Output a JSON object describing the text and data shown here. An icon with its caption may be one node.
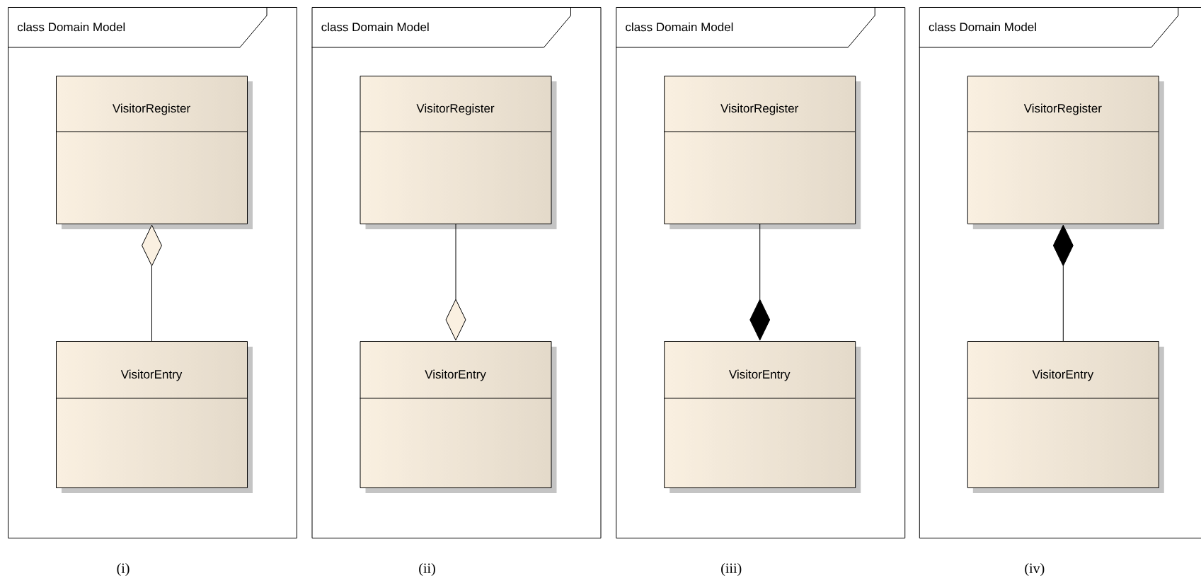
{
  "diagram": {
    "nodes": [
      {
        "text": [
          "class Domain Model"
        ],
        "beside": [
          "(i)"
        ]
      },
      {
        "text": [
          "VisitorRegister"
        ],
        "in": 0
      },
      {
        "text": [
          "VisitorEntry"
        ],
        "in": 0
      },
      {
        "text": [
          "class Domain Model"
        ],
        "beside": [
          "(ii)"
        ]
      },
      {
        "text": [
          "VisitorRegister"
        ],
        "in": 3
      },
      {
        "text": [
          "VisitorEntry"
        ],
        "in": 3
      },
      {
        "text": [
          "class Domain Model"
        ],
        "beside": [
          "(iii)"
        ]
      },
      {
        "text": [
          "VisitorRegister"
        ],
        "in": 6
      },
      {
        "text": [
          "VisitorEntry"
        ],
        "in": 6
      },
      {
        "text": [
          "class Domain Model"
        ],
        "beside": [
          "(iv)"
        ]
      },
      {
        "text": [
          "VisitorRegister"
        ],
        "in": 9
      },
      {
        "text": [
          "VisitorEntry"
        ],
        "in": 9
      }
    ],
    "edges": [
      {
        "from": 1,
        "to": 2,
        "arrow": "other"
      },
      {
        "from": 5,
        "to": 4,
        "arrow": "other"
      },
      {
        "from": 8,
        "to": 7,
        "arrow": "other"
      },
      {
        "from": 10,
        "to": 11,
        "arrow": "other"
      }
    ]
  }
}
